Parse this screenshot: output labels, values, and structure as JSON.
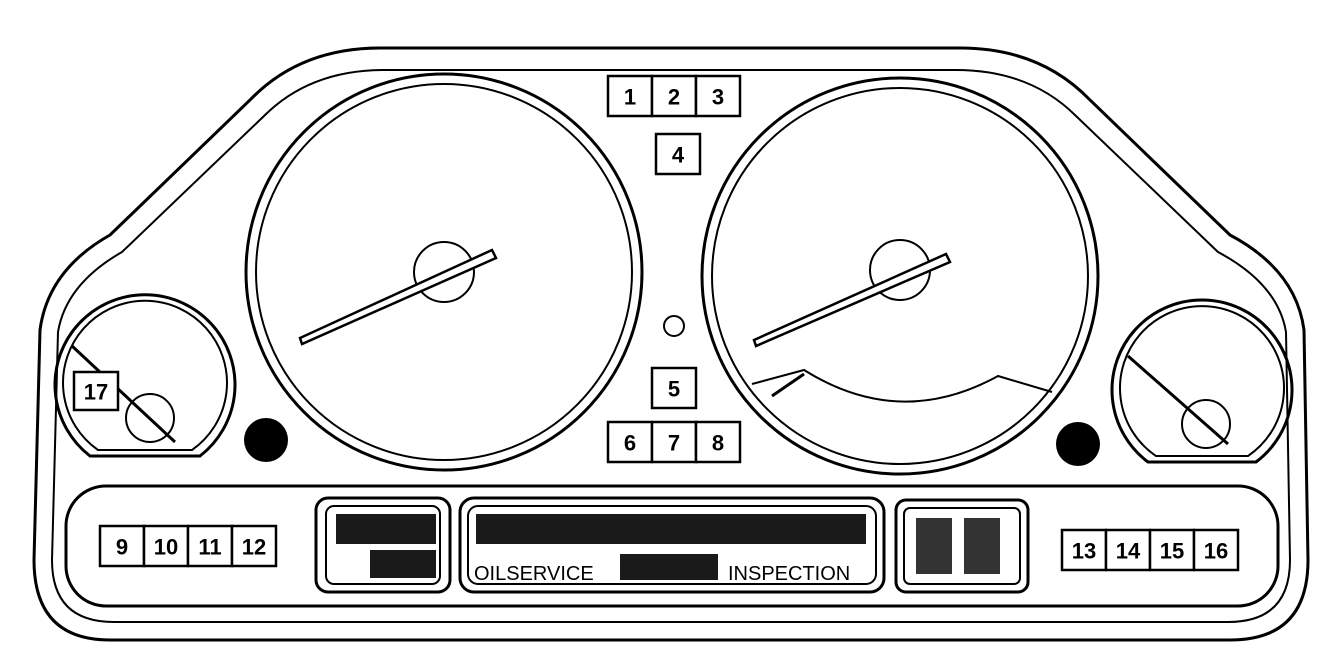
{
  "indicator_groups": {
    "top_row": [
      "1",
      "2",
      "3"
    ],
    "top_single": "4",
    "mid_single": "5",
    "mid_row": [
      "6",
      "7",
      "8"
    ],
    "left_row": [
      "9",
      "10",
      "11",
      "12"
    ],
    "right_row": [
      "13",
      "14",
      "15",
      "16"
    ],
    "fuel_box": "17"
  },
  "service_display": {
    "oil_label": "OILSERVICE",
    "inspection_label": "INSPECTION"
  }
}
